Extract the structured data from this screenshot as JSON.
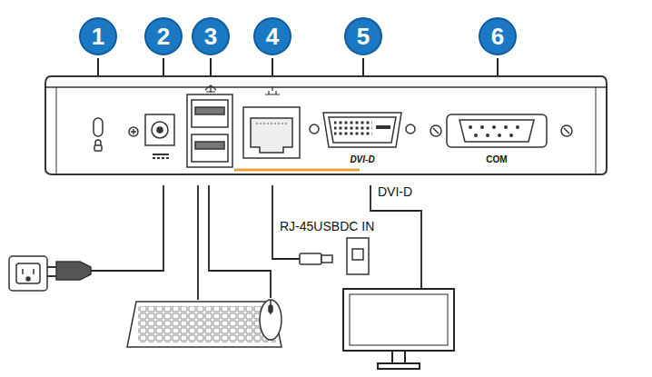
{
  "diagram": {
    "nodes": [
      {
        "text": [
          "1"
        ]
      },
      {
        "text": [
          "2"
        ]
      },
      {
        "text": [
          "3"
        ]
      },
      {
        "text": [
          "4"
        ]
      },
      {
        "text": [
          "5"
        ]
      },
      {
        "text": [
          "6"
        ]
      }
    ],
    "labels": [
      "DVI-D",
      "COM",
      "RJ-45USBDC IN",
      "DVI-D"
    ]
  }
}
